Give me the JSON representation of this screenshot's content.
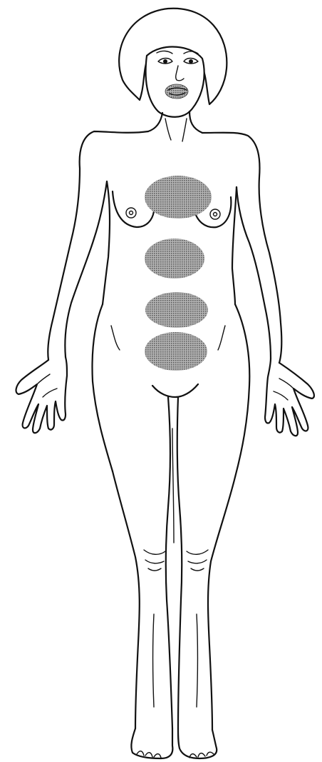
{
  "figure": {
    "subject": "female-body-front-view",
    "line_color": "#111111",
    "background_color": "#ffffff",
    "shading_color": "#7a7a7a",
    "hair_color": "#8c8c8c",
    "highlighted_regions": [
      {
        "name": "upper-chest-patch"
      },
      {
        "name": "upper-abdomen-patch"
      },
      {
        "name": "mid-abdomen-patch"
      },
      {
        "name": "lower-abdomen-patch"
      },
      {
        "name": "mouth-patch"
      }
    ]
  }
}
